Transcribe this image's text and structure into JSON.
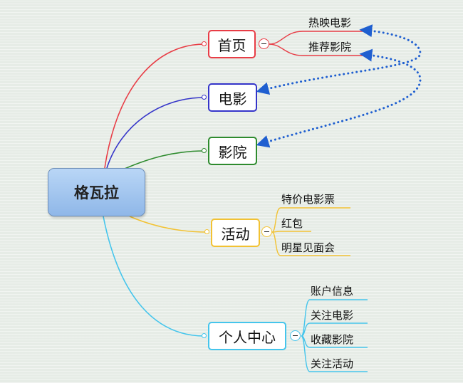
{
  "root": {
    "label": "格瓦拉"
  },
  "branches": [
    {
      "label": "首页",
      "color": "#e83d46",
      "children": [
        "热映电影",
        "推荐影院"
      ]
    },
    {
      "label": "电影",
      "color": "#3434c9",
      "children": []
    },
    {
      "label": "影院",
      "color": "#2e8b2e",
      "children": []
    },
    {
      "label": "活动",
      "color": "#f2c233",
      "children": [
        "特价电影票",
        "红包",
        "明星见面会"
      ]
    },
    {
      "label": "个人中心",
      "color": "#45c5ec",
      "children": [
        "账户信息",
        "关注电影",
        "收藏影院",
        "关注活动"
      ]
    }
  ],
  "relationship_color": "#1f5fd0",
  "icons": {
    "collapse": "minus-circle-icon"
  }
}
